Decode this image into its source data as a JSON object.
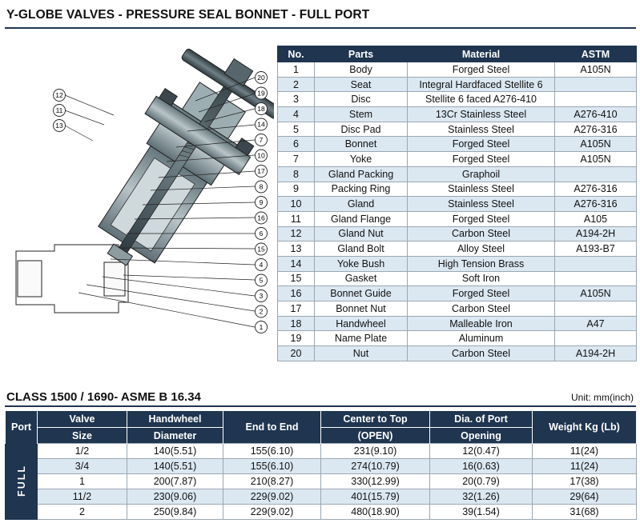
{
  "title": "Y-GLOBE VALVES - PRESSURE SEAL BONNET - FULL PORT",
  "parts_table": {
    "headers": [
      "No.",
      "Parts",
      "Material",
      "ASTM"
    ],
    "rows": [
      {
        "no": "1",
        "part": "Body",
        "material": "Forged Steel",
        "astm": "A105N"
      },
      {
        "no": "2",
        "part": "Seat",
        "material": "Integral Hardfaced Stellite 6",
        "astm": ""
      },
      {
        "no": "3",
        "part": "Disc",
        "material": "Stellite 6 faced A276-410",
        "astm": ""
      },
      {
        "no": "4",
        "part": "Stem",
        "material": "13Cr Stainless Steel",
        "astm": "A276-410"
      },
      {
        "no": "5",
        "part": "Disc Pad",
        "material": "Stainless Steel",
        "astm": "A276-316"
      },
      {
        "no": "6",
        "part": "Bonnet",
        "material": "Forged Steel",
        "astm": "A105N"
      },
      {
        "no": "7",
        "part": "Yoke",
        "material": "Forged Steel",
        "astm": "A105N"
      },
      {
        "no": "8",
        "part": "Gland Packing",
        "material": "Graphoil",
        "astm": ""
      },
      {
        "no": "9",
        "part": "Packing Ring",
        "material": "Stainless Steel",
        "astm": "A276-316"
      },
      {
        "no": "10",
        "part": "Gland",
        "material": "Stainless Steel",
        "astm": "A276-316"
      },
      {
        "no": "11",
        "part": "Gland Flange",
        "material": "Forged Steel",
        "astm": "A105"
      },
      {
        "no": "12",
        "part": "Gland Nut",
        "material": "Carbon Steel",
        "astm": "A194-2H"
      },
      {
        "no": "13",
        "part": "Gland Bolt",
        "material": "Alloy Steel",
        "astm": "A193-B7"
      },
      {
        "no": "14",
        "part": "Yoke Bush",
        "material": "High Tension Brass",
        "astm": ""
      },
      {
        "no": "15",
        "part": "Gasket",
        "material": "Soft Iron",
        "astm": ""
      },
      {
        "no": "16",
        "part": "Bonnet Guide",
        "material": "Forged Steel",
        "astm": "A105N"
      },
      {
        "no": "17",
        "part": "Bonnet Nut",
        "material": "Carbon Steel",
        "astm": ""
      },
      {
        "no": "18",
        "part": "Handwheel",
        "material": "Malleable Iron",
        "astm": "A47"
      },
      {
        "no": "19",
        "part": "Name Plate",
        "material": "Aluminum",
        "astm": ""
      },
      {
        "no": "20",
        "part": "Nut",
        "material": "Carbon Steel",
        "astm": "A194-2H"
      }
    ]
  },
  "drawing": {
    "callouts_right": [
      "20",
      "19",
      "18",
      "14",
      "7",
      "10",
      "17",
      "8",
      "9",
      "16",
      "6",
      "15",
      "4",
      "5",
      "3",
      "2",
      "1"
    ],
    "callouts_left": [
      "12",
      "11",
      "13"
    ]
  },
  "class_title": "CLASS 1500 / 1690- ASME B 16.34",
  "unit_note": "Unit: mm(inch)",
  "dimension_table": {
    "headers": {
      "port": "Port",
      "valve_size": [
        "Valve",
        "Size"
      ],
      "handwheel": [
        "Handwheel",
        "Diameter"
      ],
      "end_to_end": "End to End",
      "center_to_top": [
        "Center to Top",
        "(OPEN)"
      ],
      "port_opening": [
        "Dia. of Port",
        "Opening"
      ],
      "weight": "Weight Kg (Lb)"
    },
    "port_label": "FULL",
    "rows": [
      {
        "size": "1/2",
        "handwheel": "140(5.51)",
        "end_to_end": "155(6.10)",
        "center_to_top": "231(9.10)",
        "port_opening": "12(0.47)",
        "weight": "11(24)"
      },
      {
        "size": "3/4",
        "handwheel": "140(5.51)",
        "end_to_end": "155(6.10)",
        "center_to_top": "274(10.79)",
        "port_opening": "16(0.63)",
        "weight": "11(24)"
      },
      {
        "size": "1",
        "handwheel": "200(7.87)",
        "end_to_end": "210(8.27)",
        "center_to_top": "330(12.99)",
        "port_opening": "20(0.79)",
        "weight": "17(38)"
      },
      {
        "size": "11/2",
        "handwheel": "230(9.06)",
        "end_to_end": "229(9.02)",
        "center_to_top": "401(15.79)",
        "port_opening": "32(1.26)",
        "weight": "29(64)"
      },
      {
        "size": "2",
        "handwheel": "250(9.84)",
        "end_to_end": "229(9.02)",
        "center_to_top": "480(18.90)",
        "port_opening": "39(1.54)",
        "weight": "31(68)"
      }
    ]
  },
  "colors": {
    "header_navy": "#1f3550",
    "row_tint": "#dbe8f2",
    "body_grey": "#8a9aa0",
    "steel_dark": "#4a5a60"
  }
}
